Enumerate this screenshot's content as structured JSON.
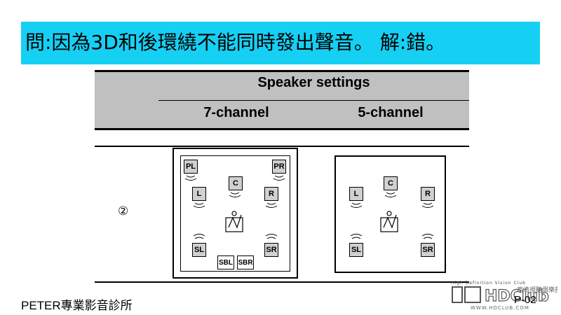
{
  "banner": {
    "text": "問:因為3D和後環繞不能同時發出聲音。 解:錯。"
  },
  "table": {
    "header": "Speaker settings",
    "columns": [
      "7-channel",
      "5-channel"
    ],
    "row_marker": "②"
  },
  "diagram_7ch": {
    "speakers": [
      "PL",
      "PR",
      "C",
      "L",
      "R",
      "SL",
      "SR",
      "SBL",
      "SBR"
    ]
  },
  "diagram_5ch": {
    "speakers": [
      "C",
      "L",
      "R",
      "SL",
      "SR"
    ]
  },
  "footer": {
    "brand": "PETER專業影音診所",
    "page": "P-02"
  },
  "logo": {
    "tagline": "High Definition Vision Club",
    "mark": "HDClub",
    "chinese": "高清視聽俱樂部",
    "url": "WWW.HDCLUB.COM"
  }
}
